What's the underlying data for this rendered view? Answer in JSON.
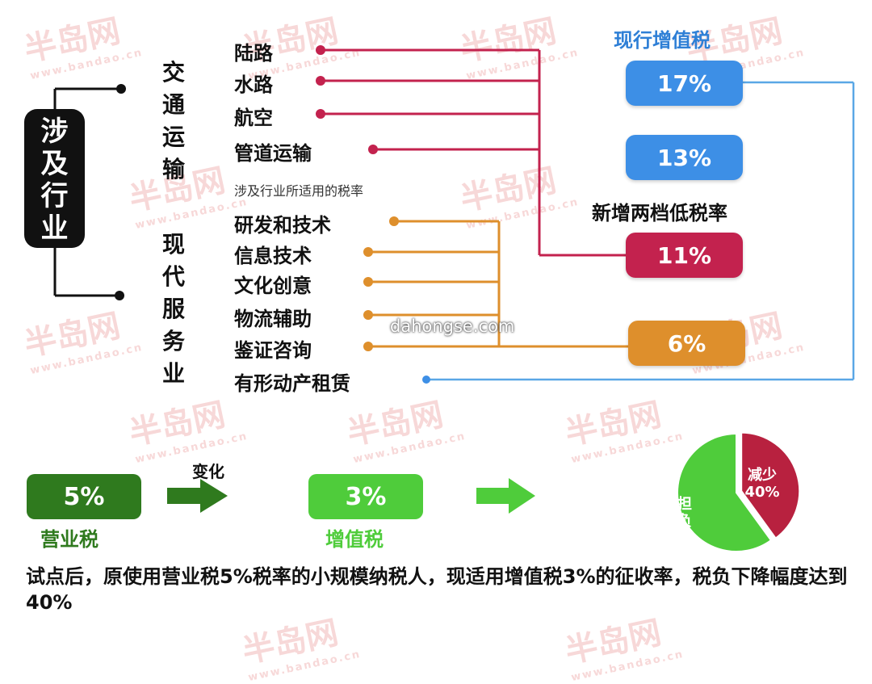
{
  "watermark": {
    "text": "半岛网",
    "url": "www.bandao.cn"
  },
  "site_watermark": "dahongse.com",
  "category_pill": "涉及行业",
  "transport": {
    "label": "交通运输",
    "items": [
      "陆路",
      "水路",
      "航空",
      "管道运输"
    ]
  },
  "note_text": "涉及行业所适用的税率",
  "services": {
    "label": "现代服务业",
    "items": [
      "研发和技术",
      "信息技术",
      "文化创意",
      "物流辅助",
      "鉴证咨询",
      "有形动产租赁"
    ]
  },
  "current_vat_heading": "现行增值税",
  "new_rates_heading": "新增两档低税率",
  "rates": [
    {
      "label": "17%",
      "color": "#3d8fe6"
    },
    {
      "label": "13%",
      "color": "#3d8fe6"
    },
    {
      "label": "11%",
      "color": "#c3224e"
    },
    {
      "label": "6%",
      "color": "#de8f2c"
    }
  ],
  "colors": {
    "transport_line": "#c3224e",
    "service_line": "#de8f2c",
    "lease_line": "#5aa7e6",
    "dark_green": "#2f7a1e",
    "light_green": "#4fcc3b"
  },
  "change": {
    "arrow_label": "变化",
    "from_rate": "5%",
    "from_label": "营业税",
    "to_rate": "3%",
    "to_label": "增值税"
  },
  "pie": {
    "slices": [
      {
        "label": "减少40%",
        "value": 40,
        "color": "#b8213f"
      },
      {
        "label": "承担税负",
        "value": 60,
        "color": "#4fcc3b"
      }
    ],
    "reduce_line1": "减少",
    "reduce_line2": "40%",
    "bear_line1": "承担",
    "bear_line2": "税负"
  },
  "conclusion": "试点后，原使用营业税5%税率的小规模纳税人，现适用增值税3%的征收率，税负下降幅度达到40%"
}
